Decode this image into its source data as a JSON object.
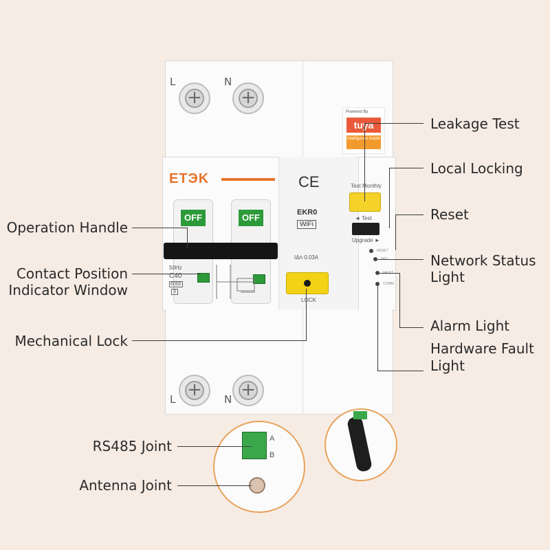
{
  "brand": {
    "logo": "ETЭK",
    "ce_mark": "CE",
    "model": "EKR0",
    "wifi": "WiFi"
  },
  "tuya": {
    "powered_by": "Powered By",
    "logo": "tuya",
    "tagline": "Intelligence Inside"
  },
  "device_text": {
    "test_monthly": "Test Monthly",
    "test_arrow": "◄ Test",
    "upgrade": "Upgrade ►",
    "reset_led": "RESET",
    "net_led": "NET",
    "fault_led": "FAULT",
    "comm_led": "COMM",
    "lock": "LOCK",
    "freq": "50Hz",
    "rating": "C40",
    "breaking": "6000",
    "class": "3",
    "leakage": "IΔn 0.03A",
    "off1": "OFF",
    "off2": "OFF",
    "terminal_top_l": "L",
    "terminal_top_n": "N",
    "terminal_bottom_l": "L",
    "terminal_bottom_n": "N",
    "rs485_a": "A",
    "rs485_b": "B"
  },
  "callouts": {
    "leakage_test": "Leakage Test",
    "local_locking": "Local Locking",
    "reset": "Reset",
    "network_status_1": "Network Status",
    "network_status_2": "Light",
    "alarm_light": "Alarm Light",
    "hardware_fault_1": "Hardware Fault",
    "hardware_fault_2": "Light",
    "operation_handle": "Operation Handle",
    "contact_position_1": "Contact Position",
    "contact_position_2": "Indicator Window",
    "mechanical_lock": "Mechanical Lock",
    "rs485_joint": "RS485 Joint",
    "antenna_joint": "Antenna Joint"
  },
  "colors": {
    "background": "#f6ece4",
    "accent_orange": "#e8742a",
    "handle_green": "#2d9a3a",
    "lock_yellow": "#f2d216",
    "callout_circle": "#e8a25a"
  }
}
